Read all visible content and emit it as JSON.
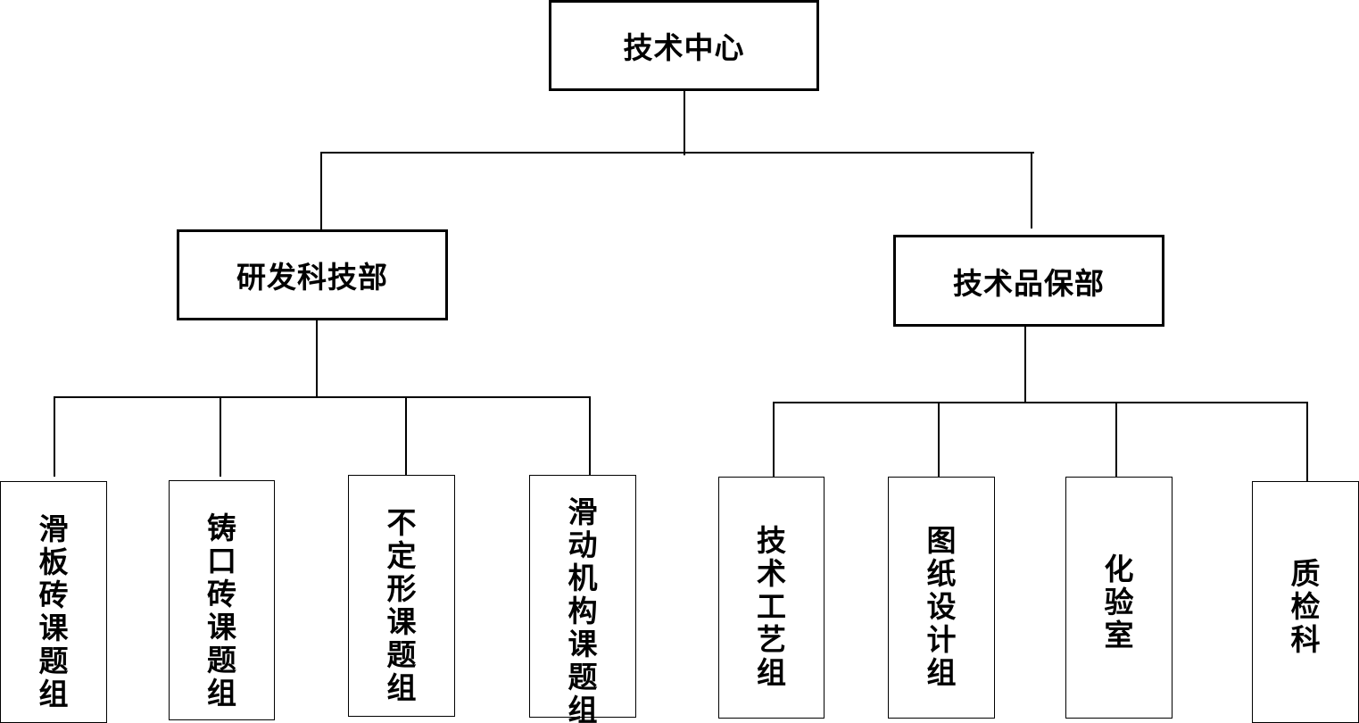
{
  "root": {
    "label": "技术中心"
  },
  "departments": [
    {
      "label": "研发科技部",
      "groups": [
        "滑板砖课题组",
        "铸口砖课题组",
        "不定形课题组",
        "滑动机构课题组"
      ]
    },
    {
      "label": "技术品保部",
      "groups": [
        "技术工艺组",
        "图纸设计组",
        "化验室",
        "质检科"
      ]
    }
  ]
}
